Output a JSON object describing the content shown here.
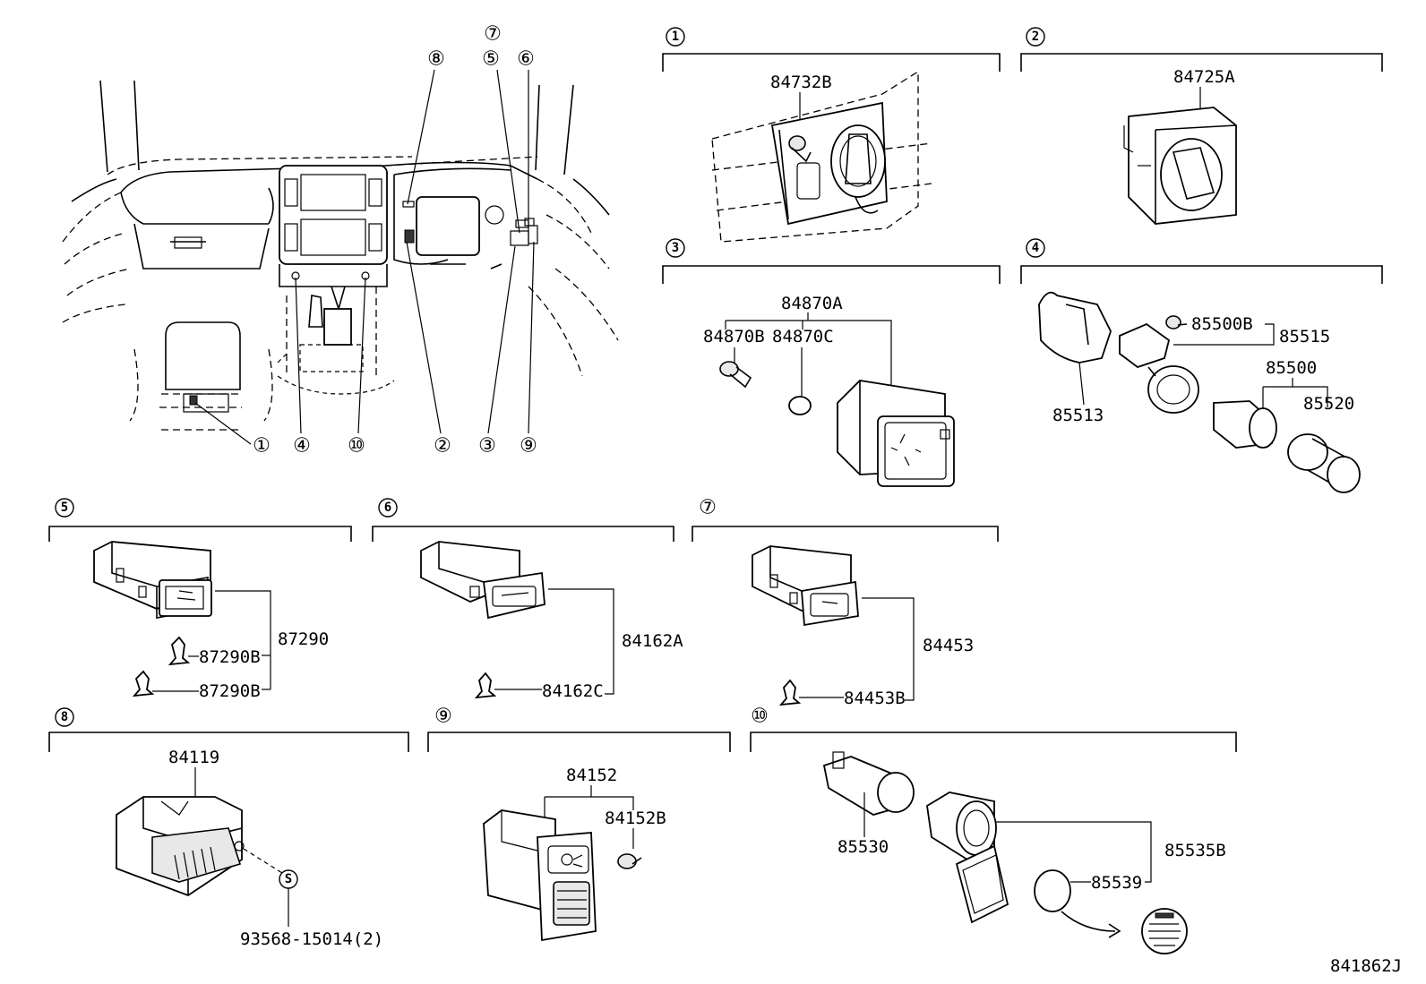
{
  "diagram_id": "841862J",
  "overview_callouts": [
    "①",
    "④",
    "⑩",
    "②",
    "③",
    "⑨",
    "⑧",
    "⑤",
    "⑥",
    "⑦"
  ],
  "sections": {
    "s1": {
      "num": "1",
      "parts": [
        "84732B"
      ]
    },
    "s2": {
      "num": "2",
      "parts": [
        "84725A"
      ]
    },
    "s3": {
      "num": "3",
      "parts": [
        "84870A",
        "84870B",
        "84870C"
      ]
    },
    "s4": {
      "num": "4",
      "parts": [
        "85500B",
        "85515",
        "85500",
        "85520",
        "85513"
      ]
    },
    "s5": {
      "num": "5",
      "parts": [
        "87290",
        "87290B",
        "87290B"
      ]
    },
    "s6": {
      "num": "6",
      "parts": [
        "84162A",
        "84162C"
      ]
    },
    "s7": {
      "num": "⑦",
      "parts": [
        "84453",
        "84453B"
      ]
    },
    "s8": {
      "num": "8",
      "parts": [
        "84119",
        "93568-15014(2)"
      ],
      "symbol": "S"
    },
    "s9": {
      "num": "⑨",
      "parts": [
        "84152",
        "84152B"
      ]
    },
    "s10": {
      "num": "⑩",
      "parts": [
        "85530",
        "85535B",
        "85539"
      ]
    }
  }
}
